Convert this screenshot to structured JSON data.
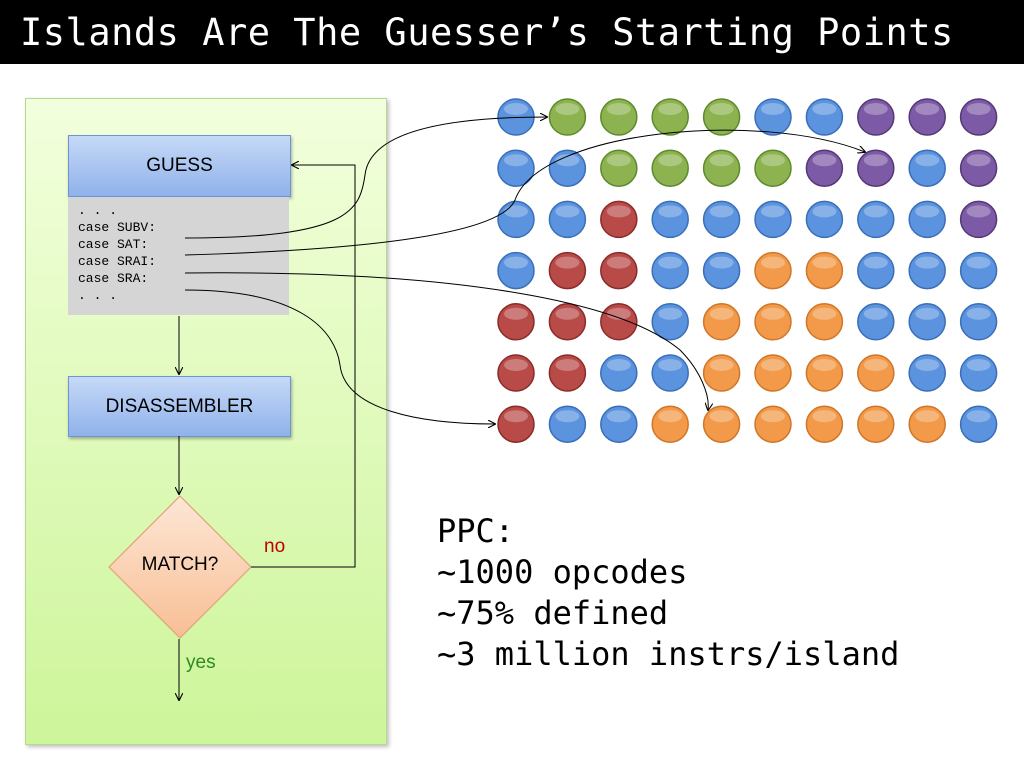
{
  "title": "Islands Are The Guesser’s Starting Points",
  "flow": {
    "guess_label": "GUESS",
    "code_lines": [
      ". . .",
      "case SUBV:",
      "case SAT:",
      "case SRAI:",
      "case SRA:",
      ". . ."
    ],
    "disassembler_label": "DISASSEMBLER",
    "match_label": "MATCH?",
    "no_label": "no",
    "yes_label": "yes"
  },
  "grid": {
    "colors": {
      "B": "#5b93df",
      "G": "#8cb350",
      "P": "#7d5aa5",
      "R": "#b84a48",
      "O": "#f29a4a"
    },
    "rows": [
      "BGGGGBBPPP",
      "BBGGGGPPBP",
      "BBRBBBBBBP",
      "BRRBBOOBBB",
      "RRRBOOOBBB",
      "RRBBOOOOBB",
      "RBBOOOOOOB"
    ]
  },
  "ppc": {
    "lines": [
      "PPC:",
      "~1000 opcodes",
      "~75% defined",
      "~3 million instrs/island"
    ]
  }
}
